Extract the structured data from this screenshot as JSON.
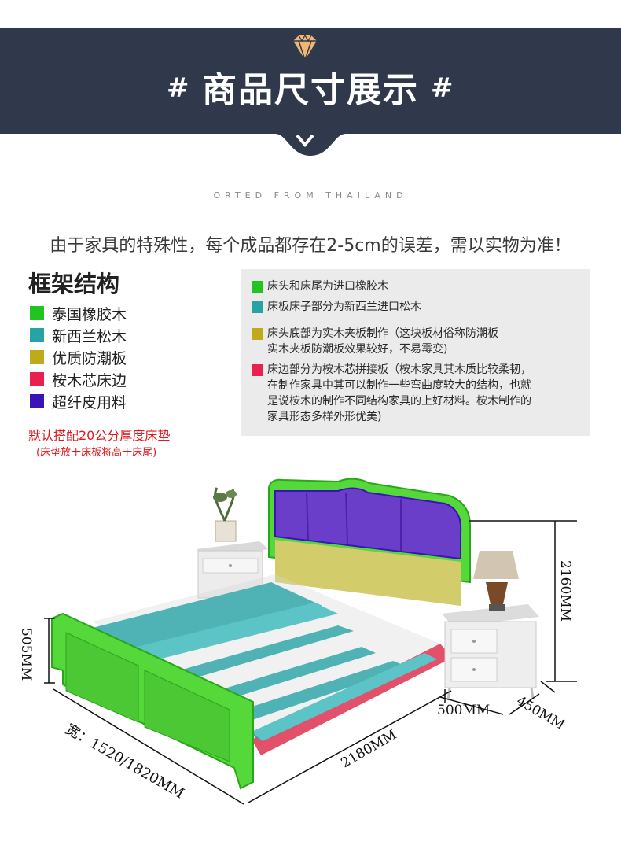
{
  "banner": {
    "title": "商品尺寸展示",
    "hash_left": "#",
    "hash_right": "#",
    "colors": {
      "background": "#2f394b",
      "diamond": "#f0b676"
    }
  },
  "subtitle": "ORTED FROM THAILAND",
  "notice": "由于家具的特殊性，每个成品都存在2-5cm的误差，需以实物为准！",
  "frame": {
    "title": "框架结构",
    "legend": [
      {
        "label": "泰国橡胶木",
        "color": "#22c51f"
      },
      {
        "label": "新西兰松木",
        "color": "#27a3a6"
      },
      {
        "label": "优质防潮板",
        "color": "#bfaa1c"
      },
      {
        "label": "桉木芯床边",
        "color": "#e8214f"
      },
      {
        "label": "超纤皮用料",
        "color": "#3b14b8"
      }
    ],
    "mattress_note": "默认搭配20公分厚度床垫",
    "mattress_sub": "(床垫放于床板将高于床尾)"
  },
  "notes": [
    {
      "color": "#22c51f",
      "text": "床头和床尾为进口橡胶木"
    },
    {
      "color": "#27a3a6",
      "text": "床板床子部分为新西兰进口松木"
    },
    {
      "color": "#bfaa1c",
      "text": "床头底部为实木夹板制作（这块板材俗称防潮板\n实木夹板防潮板效果较好，不易霉变)"
    },
    {
      "color": "#e8214f",
      "text": "床边部分为桉木芯拼接板（桉木家具其木质比较柔韧，\n在制作家具中其可以制作一些弯曲度较大的结构，也就\n是说桉木的制作不同结构家具的上好材料。桉木制作的\n家具形态多样外形优美)"
    }
  ],
  "dimensions": {
    "headboard_height": "2160MM",
    "footboard_height": "505MM",
    "nightstand_width": "500MM",
    "nightstand_depth": "450MM",
    "length": "2180MM",
    "width": "宽：1520/1820MM"
  }
}
